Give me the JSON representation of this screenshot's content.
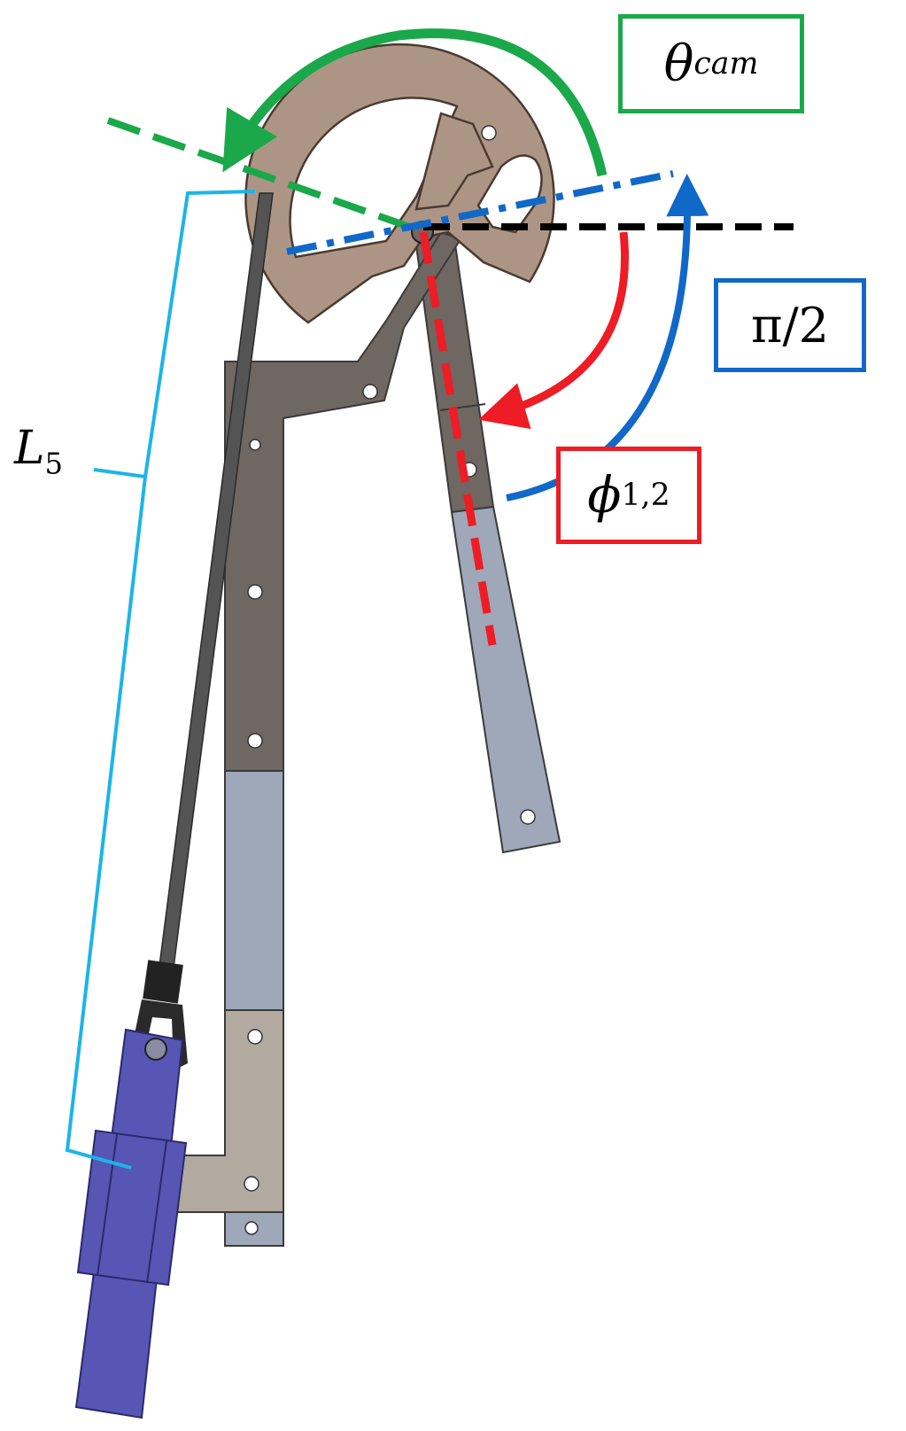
{
  "colors": {
    "theta": "#1aa84a",
    "pi": "#1068c8",
    "phi": "#ee1c24",
    "length": "#1cb4e8",
    "cam": "#ad9585",
    "frame_dark": "#6f6762",
    "frame_light": "#b2a99f",
    "shank": "#9ea8b8",
    "actuator": "#5856b4",
    "cable": "#545454",
    "reference": "#000000"
  },
  "labels": {
    "theta": {
      "symbol": "θ",
      "subscript": "cam"
    },
    "pi": {
      "text": "π/2"
    },
    "phi": {
      "symbol": "ϕ",
      "subscript": "1,2"
    },
    "length": {
      "symbol": "L",
      "subscript": "5"
    }
  }
}
